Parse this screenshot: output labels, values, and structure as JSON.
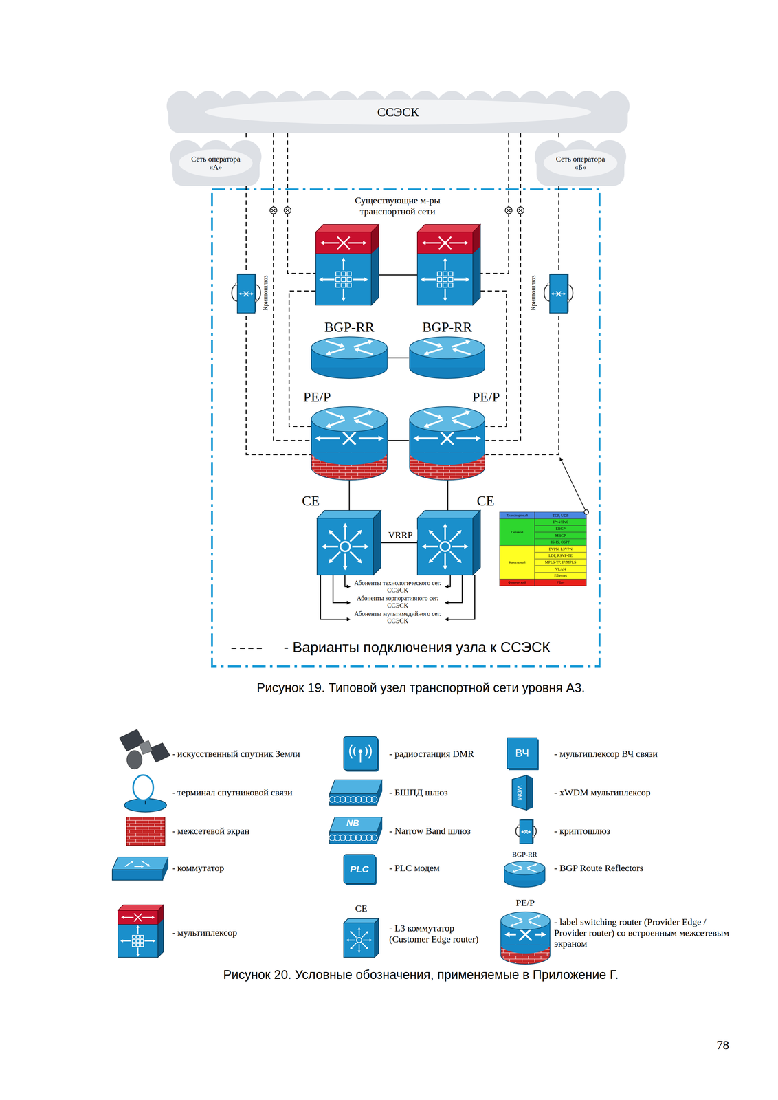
{
  "diagram": {
    "caption": "Рисунок 19. Типовой узел транспортной сети уровня А3.",
    "nodes": [
      {
        "text": [
          "ССЭСК"
        ]
      },
      {
        "text": [
          "Сеть оператора «А»"
        ]
      },
      {
        "text": [
          "Сеть оператора «Б»"
        ]
      },
      {
        "text": []
      },
      {
        "text": []
      },
      {
        "text": [
          "Криптошлюз"
        ]
      },
      {
        "text": [
          "Криптошлюз"
        ]
      },
      {
        "text": [
          "BGP-RR"
        ]
      },
      {
        "text": [
          "BGP-RR"
        ]
      },
      {
        "text": [
          "PE/P"
        ]
      },
      {
        "text": [
          "PE/P"
        ]
      },
      {
        "text": [
          "CE"
        ]
      },
      {
        "text": [
          "CE"
        ]
      }
    ],
    "edges": [
      {
        "from": 3,
        "to": 4,
        "arrow": "none"
      },
      {
        "from": 7,
        "to": 8,
        "arrow": "none"
      },
      {
        "from": 9,
        "to": 10,
        "arrow": "none"
      },
      {
        "from": 9,
        "to": 11,
        "arrow": "none"
      },
      {
        "from": 10,
        "to": 12,
        "arrow": "none"
      },
      {
        "from": 11,
        "to": 12,
        "label": "VRRP",
        "arrow": "none"
      },
      {
        "from": 0,
        "to": 3,
        "arrow": "none"
      },
      {
        "from": 0,
        "to": 4,
        "arrow": "none"
      },
      {
        "from": 3,
        "to": 9,
        "arrow": "none"
      },
      {
        "from": 4,
        "to": 10,
        "arrow": "none"
      },
      {
        "from": 0,
        "to": 9,
        "arrow": "none"
      },
      {
        "from": 0,
        "to": 10,
        "arrow": "none"
      },
      {
        "from": 0,
        "to": 1,
        "arrow": "none"
      },
      {
        "from": 0,
        "to": 2,
        "arrow": "none"
      },
      {
        "from": 1,
        "to": 5,
        "arrow": "none"
      },
      {
        "from": 2,
        "to": 6,
        "arrow": "none"
      },
      {
        "from": 5,
        "to": 9,
        "arrow": "none"
      },
      {
        "from": 6,
        "to": 10,
        "arrow": "none"
      }
    ],
    "labels": [
      "Существующие м-ры транспортной сети",
      "Транспортный",
      "TCP, UDP",
      "Сетевой",
      "IPv4/IPv6",
      "EBGP",
      "MBGP",
      "IS-IS, OSPF",
      "Канальный",
      "EVPN, L3VPN",
      "LDP, RSVP-TE",
      "MPLS-TP, IP/MPLS",
      "VLAN",
      "Ethernet",
      "Физический",
      "Fiber",
      "Абоненты технологического сег. ССЭСК",
      "Абоненты корпоративного сег. ССЭСК",
      "Абоненты мультимедийного сег. ССЭСК",
      "ВЧ",
      "WDM",
      "NB",
      "PLC",
      "BGP-RR",
      "CE",
      "PE/P",
      "Рисунок 20. Условные обозначения, применяемые в Приложение Г.",
      "78"
    ],
    "legend": [
      {
        "text": "- Варианты подключения узла к ССЭСК"
      },
      {
        "text": "- искусственный спутник Земли"
      },
      {
        "text": "- радиостанция DMR"
      },
      {
        "text": "- мультиплексор ВЧ связи"
      },
      {
        "text": "- терминал спутниковой связи"
      },
      {
        "text": "- БШПД шлюз"
      },
      {
        "text": "- xWDM мультиплексор"
      },
      {
        "text": "- межсетевой экран"
      },
      {
        "text": "- Narrow Band шлюз"
      },
      {
        "text": "- криптошлюз"
      },
      {
        "text": "- коммутатор"
      },
      {
        "text": "- PLC модем"
      },
      {
        "text": "- BGP Route Reflectors"
      },
      {
        "text": "- мультиплексор"
      },
      {
        "text": "- L3 коммутатор (Customer Edge router)"
      },
      {
        "text": "- label switching router (Provider Edge / Provider router) со встроенным межсетевым экраном"
      }
    ]
  }
}
